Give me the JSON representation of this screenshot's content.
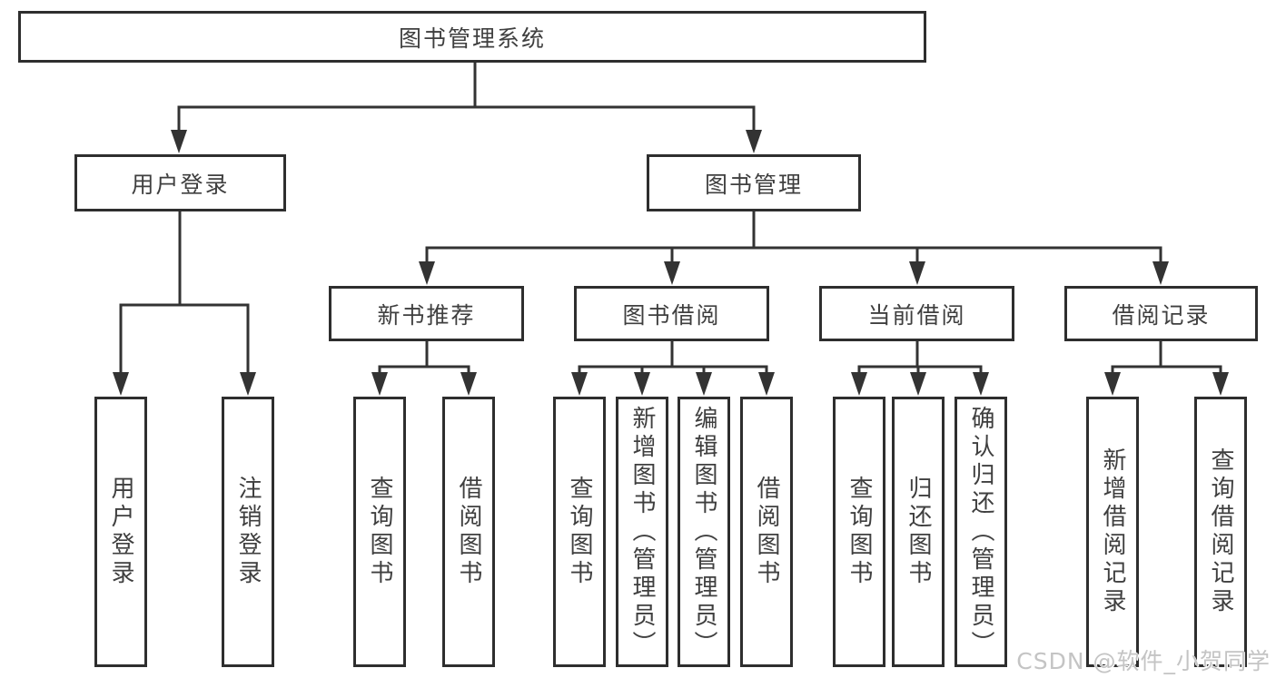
{
  "root": {
    "label": "图书管理系统"
  },
  "branches": [
    {
      "label": "用户登录",
      "leaves": [
        {
          "label": "用户登录"
        },
        {
          "label": "注销登录"
        }
      ]
    },
    {
      "label": "图书管理",
      "groups": [
        {
          "label": "新书推荐",
          "leaves": [
            {
              "label": "查询图书"
            },
            {
              "label": "借阅图书"
            }
          ]
        },
        {
          "label": "图书借阅",
          "leaves": [
            {
              "label": "查询图书"
            },
            {
              "label": "新增图书（管理员）"
            },
            {
              "label": "编辑图书（管理员）"
            },
            {
              "label": "借阅图书"
            }
          ]
        },
        {
          "label": "当前借阅",
          "leaves": [
            {
              "label": "查询图书"
            },
            {
              "label": "归还图书"
            },
            {
              "label": "确认归还（管理员）"
            }
          ]
        },
        {
          "label": "借阅记录",
          "leaves": [
            {
              "label": "新增借阅记录"
            },
            {
              "label": "查询借阅记录"
            }
          ]
        }
      ]
    }
  ],
  "watermark": "CSDN @软件_小贺同学",
  "colors": {
    "line": "#333333",
    "box_border": "#2e2e2e",
    "text": "#3f3f3f",
    "background": "#ffffff",
    "watermark": "#c4c4c4"
  }
}
